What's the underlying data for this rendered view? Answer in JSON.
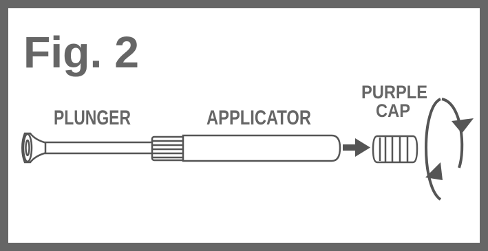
{
  "figure": {
    "title": "Fig. 2",
    "labels": {
      "plunger": "PLUNGER",
      "applicator": "APPLICATOR",
      "cap_line1": "PURPLE",
      "cap_line2": "CAP"
    }
  },
  "colors": {
    "border": "#666666",
    "text": "#666666",
    "outline": "#555555",
    "fill": "#ffffff"
  },
  "icons": {
    "arrow": "right-arrow-icon",
    "rotation": "rotate-arrows-icon"
  }
}
